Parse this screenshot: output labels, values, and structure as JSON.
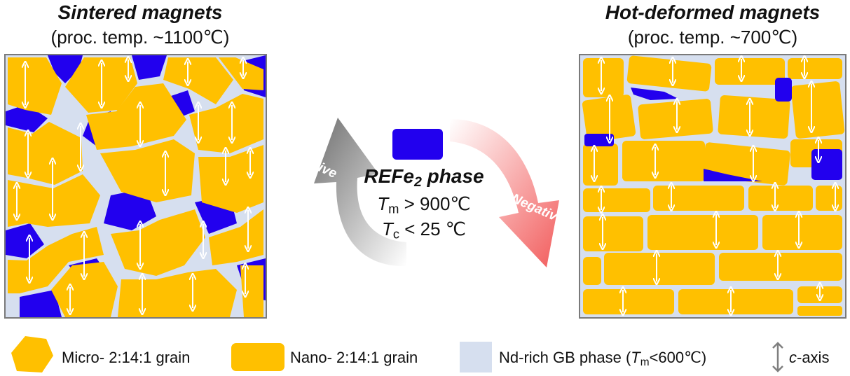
{
  "left": {
    "title": "Sintered magnets",
    "subtitle": "(proc. temp. ~1100℃)"
  },
  "right": {
    "title": "Hot-deformed magnets",
    "subtitle": "(proc. temp. ~700℃)"
  },
  "center": {
    "phase_name_main": "REFe",
    "phase_name_sub": "2",
    "phase_name_tail": " phase",
    "tm_symbol": "T",
    "tm_sub": "m",
    "tm_value": " > 900℃",
    "tc_symbol": "T",
    "tc_sub": "c",
    "tc_value": " < 25 ℃",
    "positive_label": "Positive",
    "negative_label": "Negative"
  },
  "legend": {
    "micro": "Micro- 2:14:1 grain",
    "nano": "Nano- 2:14:1 grain",
    "gb_pre": "Nd-rich GB phase (",
    "gb_sym": "T",
    "gb_sub": "m",
    "gb_post": "<600℃)",
    "caxis_pre": "c",
    "caxis_post": "-axis"
  },
  "colors": {
    "grain": "#FFC000",
    "gb_phase": "#D6DFEF",
    "refe2": "#2200EE",
    "positive_arrow": "#7F7F7F",
    "negative_arrow": "#F46A6A",
    "axis_arrow": "#7F7F7F"
  }
}
